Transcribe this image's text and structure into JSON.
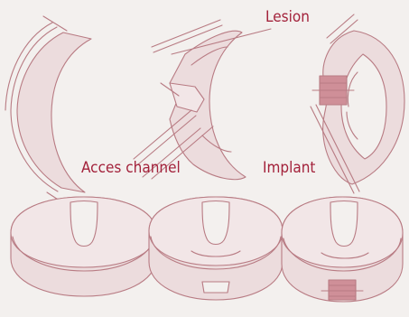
{
  "labels": {
    "lesion": "Lesion",
    "acces_channel": "Acces channel",
    "implant": "Implant"
  },
  "colors": {
    "background": "#f3f0ee",
    "tissue_fill": "#ecdcdd",
    "tissue_fill_light": "#f2e6e7",
    "outline": "#b87b83",
    "label_text": "#a3223b",
    "implant_fill": "#cf8f98"
  }
}
